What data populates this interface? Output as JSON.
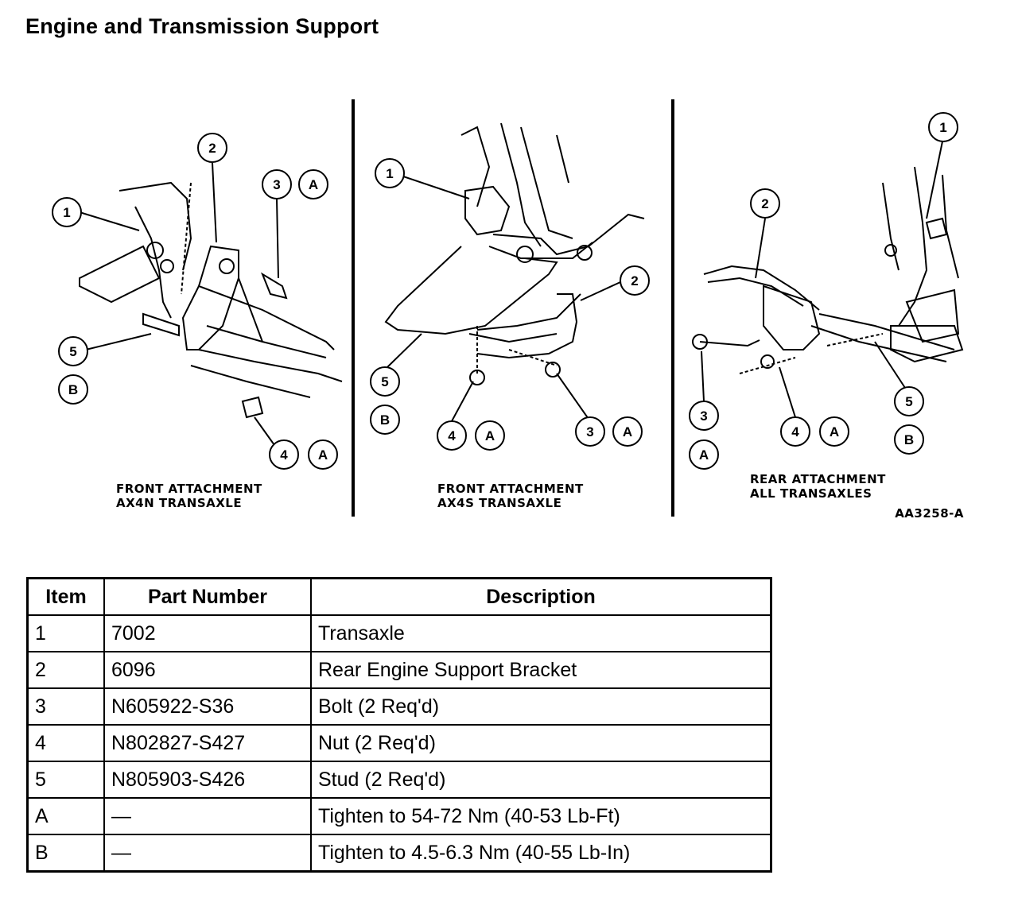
{
  "title": "Engine and Transmission Support",
  "figure": {
    "panels": [
      {
        "caption_line1": "FRONT ATTACHMENT",
        "caption_line2": "AX4N TRANSAXLE"
      },
      {
        "caption_line1": "FRONT ATTACHMENT",
        "caption_line2": "AX4S TRANSAXLE"
      },
      {
        "caption_line1": "REAR ATTACHMENT",
        "caption_line2": "ALL TRANSAXLES"
      }
    ],
    "figure_id": "AA3258-A",
    "callouts": {
      "p1": [
        "1",
        "2",
        "3",
        "A",
        "5",
        "B",
        "4",
        "A"
      ],
      "p2": [
        "1",
        "2",
        "5",
        "B",
        "4",
        "A",
        "3",
        "A"
      ],
      "p3": [
        "1",
        "2",
        "3",
        "A",
        "4",
        "A",
        "5",
        "B"
      ]
    }
  },
  "table": {
    "headers": [
      "Item",
      "Part Number",
      "Description"
    ],
    "rows": [
      [
        "1",
        "7002",
        "Transaxle"
      ],
      [
        "2",
        "6096",
        "Rear Engine Support Bracket"
      ],
      [
        "3",
        "N605922-S36",
        "Bolt (2 Req'd)"
      ],
      [
        "4",
        "N802827-S427",
        "Nut (2 Req'd)"
      ],
      [
        "5",
        "N805903-S426",
        "Stud (2 Req'd)"
      ],
      [
        "A",
        "—",
        "Tighten to 54-72 Nm (40-53 Lb-Ft)"
      ],
      [
        "B",
        "—",
        "Tighten to 4.5-6.3 Nm (40-55 Lb-In)"
      ]
    ]
  }
}
